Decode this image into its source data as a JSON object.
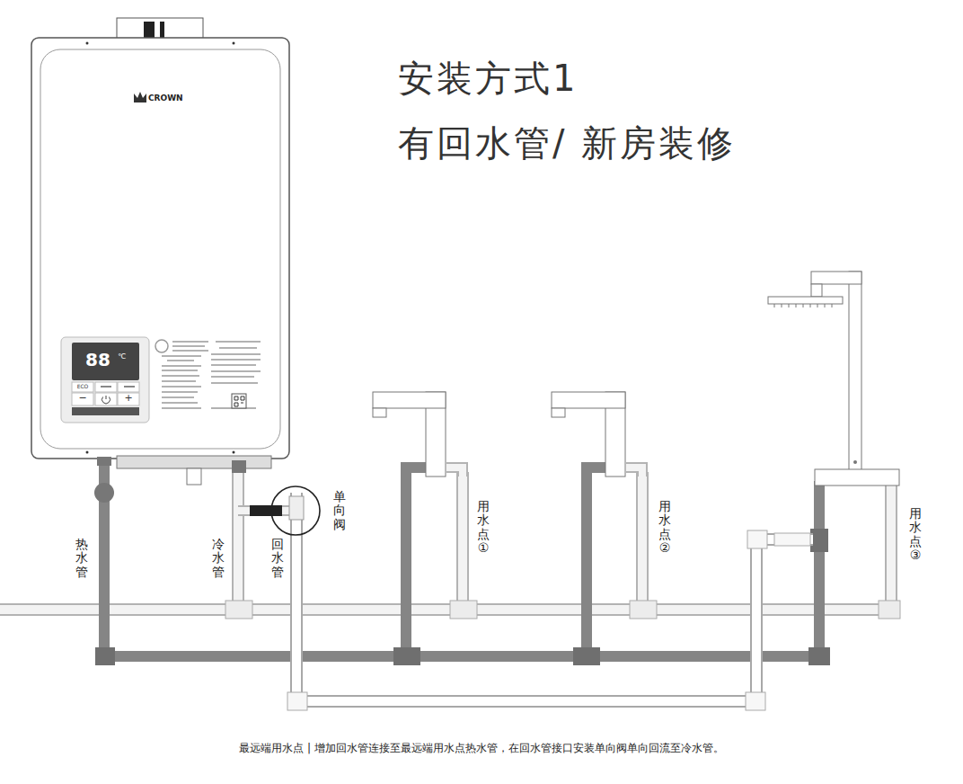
{
  "diagram": {
    "title": "安装方式1",
    "caption": "最远端用水点 | 增加回水管连接至最远端用水点热水管，在回水管接口安装单向阀单向回流至冷水管。",
    "labels": [
      "有回水管/ 新房装修",
      "CROWN",
      "88",
      "℃",
      "ECO",
      "−",
      "+",
      "热水管",
      "冷水管",
      "回水管",
      "单向阀",
      "用水点①",
      "用水点②",
      "用水点③"
    ]
  }
}
